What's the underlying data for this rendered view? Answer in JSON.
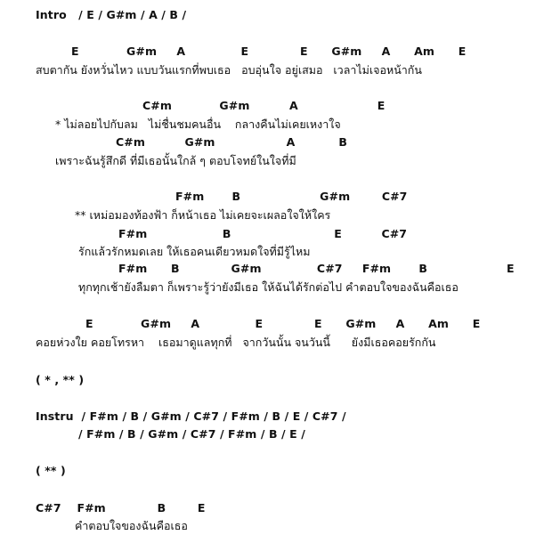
{
  "song": {
    "intro": "Intro   / E / G#m / A / B /",
    "verse1_chords": "E            G#m     A              E             E      G#m     A      Am      E",
    "verse1_lyrics": "สบตากัน ยังหวั่นไหว แบบวันแรกที่พบเธอ   อบอุ่นใจ อยู่เสมอ   เวลาไม่เจอหน้ากัน",
    "pre1_chords": "C#m            G#m          A                    E",
    "pre1_lyrics": "* ไม่ลอยไปกับลม   ไม่ชื่นชมคนอื่น    กลางคืนไม่เคยเหงาใจ",
    "pre2_chords": "C#m          G#m                  A           B",
    "pre2_lyrics": "เพราะฉันรู้สึกดี ที่มีเธอนั้นใกล้ ๆ ตอบโจทย์ในใจที่มี",
    "chorus1_chords": "F#m       B                    G#m        C#7",
    "chorus1_lyrics": "** เหม่อมองท้องฟ้า ก็หน้าเธอ ไม่เคยจะเผลอใจให้ใคร",
    "chorus2_chords": "F#m                   B                          E          C#7",
    "chorus2_lyrics": "รักแล้วรักหมดเลย ให้เธอคนเดียวหมดใจที่มีรู้ไหม",
    "chorus3_chords": "F#m      B             G#m              C#7     F#m       B                    E",
    "chorus3_lyrics": "ทุกทุกเช้ายังลืมตา ก็เพราะรู้ว่ายังมีเธอ ให้ฉันได้รักต่อไป คำตอบใจของฉันคือเธอ",
    "verse2_chords": "E            G#m     A              E             E      G#m     A      Am      E",
    "verse2_lyrics": "คอยห่วงใย คอยโทรหา    เธอมาดูแลทุกที่   จากวันนั้น จนวันนี้      ยังมีเธอคอยรักกัน",
    "repeat1": "( * , ** )",
    "instru1": "Instru  / F#m / B / G#m / C#7 / F#m / B / E / C#7 /",
    "instru2": "/ F#m / B / G#m / C#7 / F#m / B / E /",
    "repeat2": "( ** )",
    "outro_chords": "C#7    F#m             B        E",
    "outro_lyrics": "คำตอบใจของฉันคือเธอ"
  }
}
